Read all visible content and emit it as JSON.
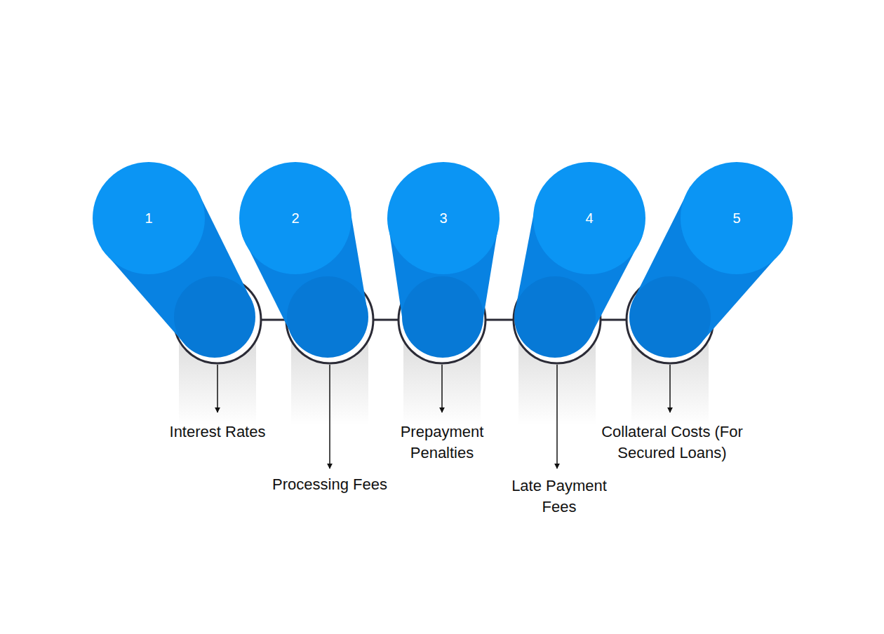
{
  "diagram": {
    "nodes": [
      {
        "text": [
          "1"
        ]
      },
      {
        "text": [
          "2"
        ]
      },
      {
        "text": [
          "3"
        ]
      },
      {
        "text": [
          "4"
        ]
      },
      {
        "text": [
          "5"
        ]
      }
    ],
    "labels": [
      "Interest Rates",
      "Processing Fees",
      "Prepayment Penalties",
      "Late Payment Fees",
      "Collateral Costs (For Secured Loans)"
    ]
  }
}
